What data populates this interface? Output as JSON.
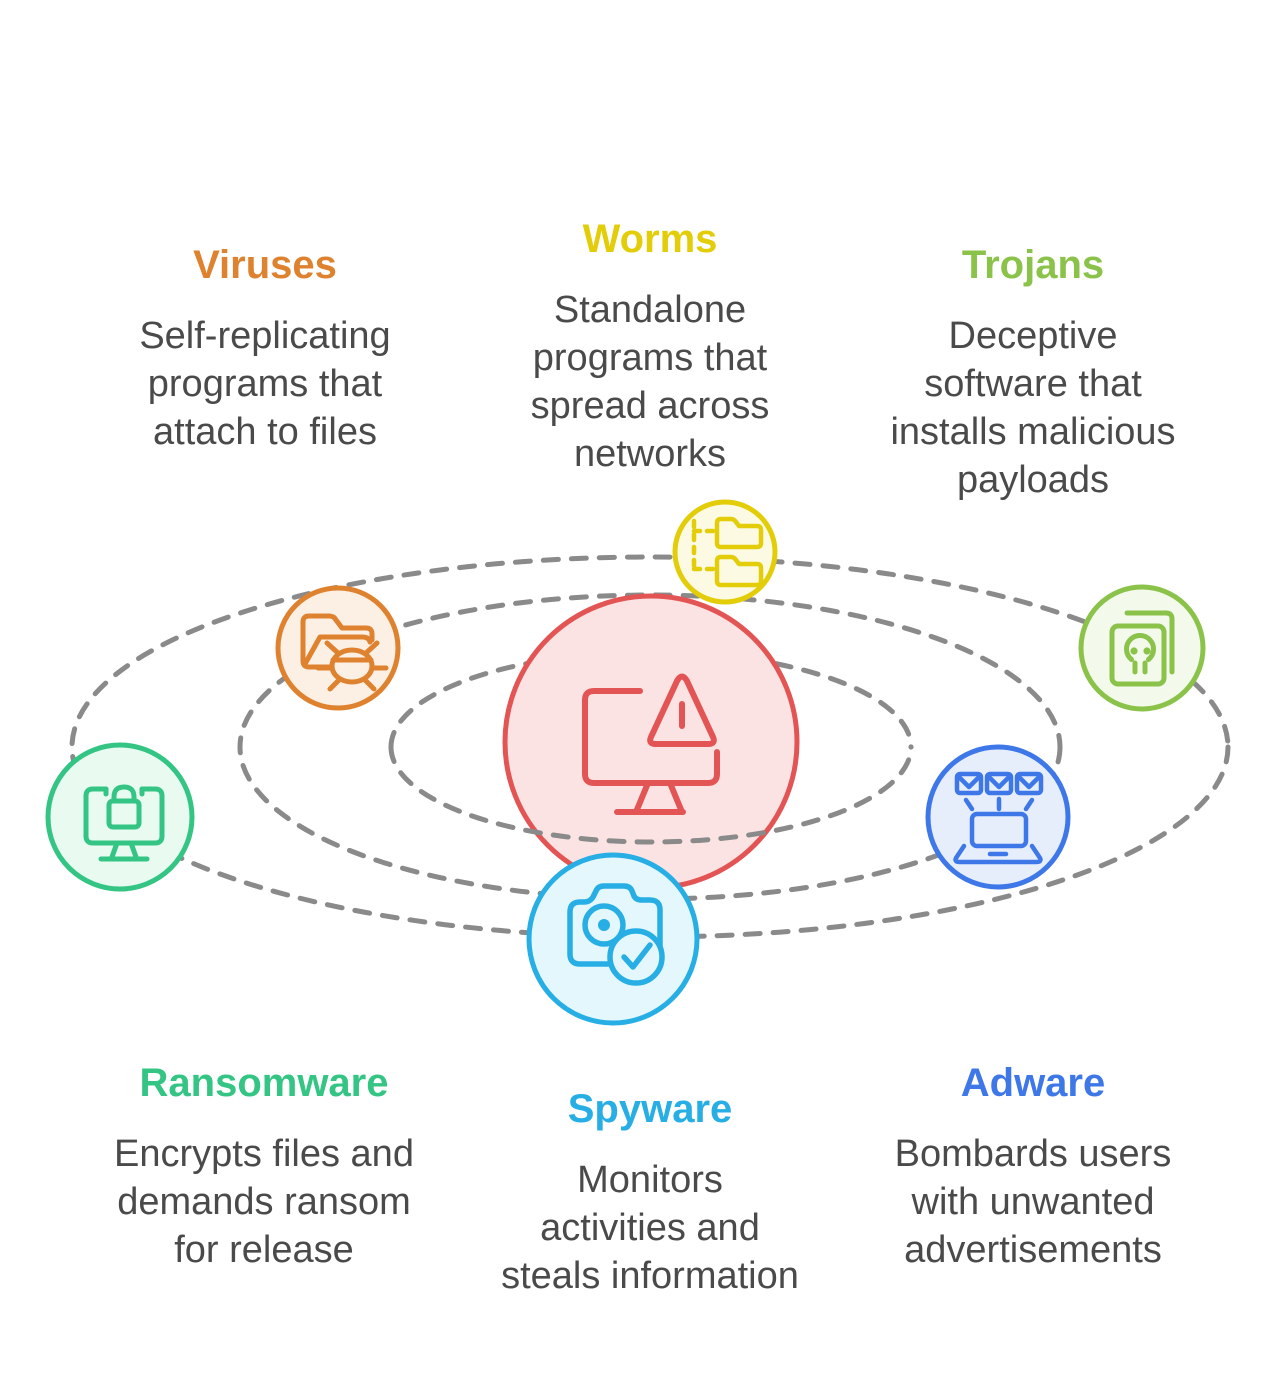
{
  "colors": {
    "background": "#FFFFFF",
    "orbit": "#8A8A8A",
    "text": "#4A4A4A",
    "center": "#E35454",
    "center_fill": "#FBE3E3",
    "viruses": "#DE822F",
    "viruses_fill": "#FCF0E4",
    "worms": "#E2CD08",
    "worms_fill": "#FCFAE3",
    "trojans": "#8BC34A",
    "trojans_fill": "#F3F9EB",
    "ransomware": "#34C585",
    "ransomware_fill": "#E9FAF1",
    "spyware": "#27AEE4",
    "spyware_fill": "#E4F7FC",
    "adware": "#3E78E8",
    "adware_fill": "#E6EEFC"
  },
  "center_node": {
    "icon": "alert-computer-icon"
  },
  "malware_types": [
    {
      "name": "Viruses",
      "description": "Self-replicating\nprograms that\nattach to files",
      "icon": "bug-folder-icon"
    },
    {
      "name": "Worms",
      "description": "Standalone\nprograms that\nspread across\nnetworks",
      "icon": "folder-network-icon"
    },
    {
      "name": "Trojans",
      "description": "Deceptive\nsoftware that\ninstalls malicious\npayloads",
      "icon": "skull-document-icon"
    },
    {
      "name": "Ransomware",
      "description": "Encrypts files and\ndemands ransom\nfor release",
      "icon": "locked-monitor-icon"
    },
    {
      "name": "Spyware",
      "description": "Monitors\nactivities and\nsteals information",
      "icon": "camera-check-icon"
    },
    {
      "name": "Adware",
      "description": "Bombards users\nwith unwanted\nadvertisements",
      "icon": "email-spam-laptop-icon"
    }
  ]
}
